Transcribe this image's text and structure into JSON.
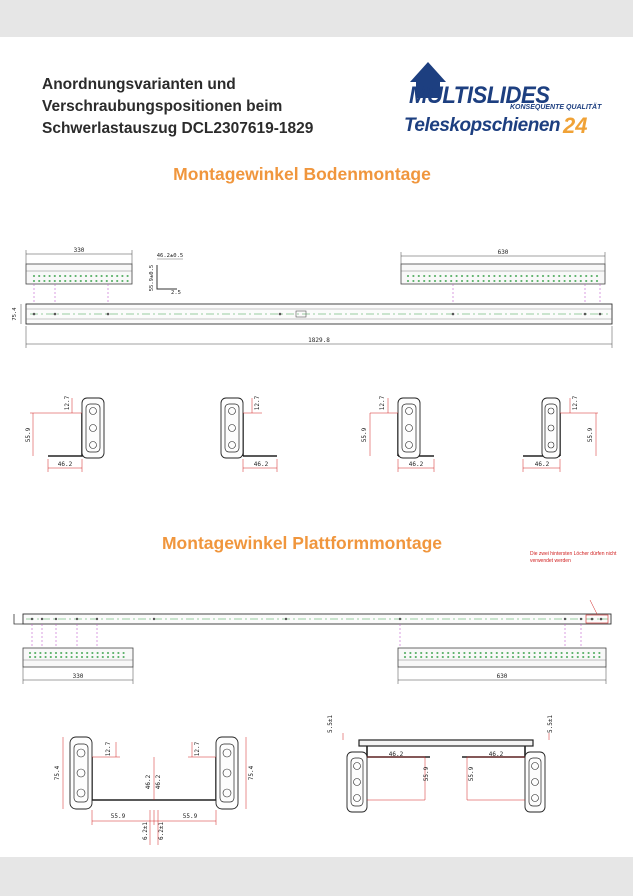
{
  "header": {
    "title_lines": [
      "Anordnungsvarianten und",
      "Verschraubungspositionen beim",
      "Schwerlastauszug DCL2307619-1829"
    ]
  },
  "logo": {
    "brand": "MULTISLIDES",
    "tagline": "KONSEQUENTE QUALITÄT",
    "shop_name": "Teleskopschienen",
    "shop_number": "24"
  },
  "sections": {
    "floor_title": "Montagewinkel Bodenmontage",
    "platform_title": "Montagewinkel Plattformmontage"
  },
  "floor_drawing": {
    "dim_left_bracket": "330",
    "dim_right_bracket": "630",
    "dim_bracket_width": "46.2±0.5",
    "dim_bracket_height": "55.9±0.5",
    "dim_thickness": "2.5",
    "dim_rail_height": "75.4",
    "dim_rail_length": "1829.8"
  },
  "floor_sections": {
    "dim_width": "46.2",
    "dim_height": "55.9",
    "dim_offset": "12.7"
  },
  "platform_drawing": {
    "note": "Die zwei hintersten Löcher dürfen nicht verwendet werden",
    "dim_left_bracket": "330",
    "dim_right_bracket": "630"
  },
  "platform_sections": {
    "dim_offset": "12.7",
    "dim_height": "75.4",
    "dim_width": "46.2",
    "dim_half_width": "55.9",
    "dim_tolerance": "6.2±1",
    "dim_gap": "5.5±1"
  },
  "colors": {
    "orange_heading": "#f0963d",
    "logo_blue": "#1d3f80",
    "dimension_red": "#d12020",
    "guide_magenta": "#c25ccc",
    "centerline_green": "#3aa24b"
  }
}
